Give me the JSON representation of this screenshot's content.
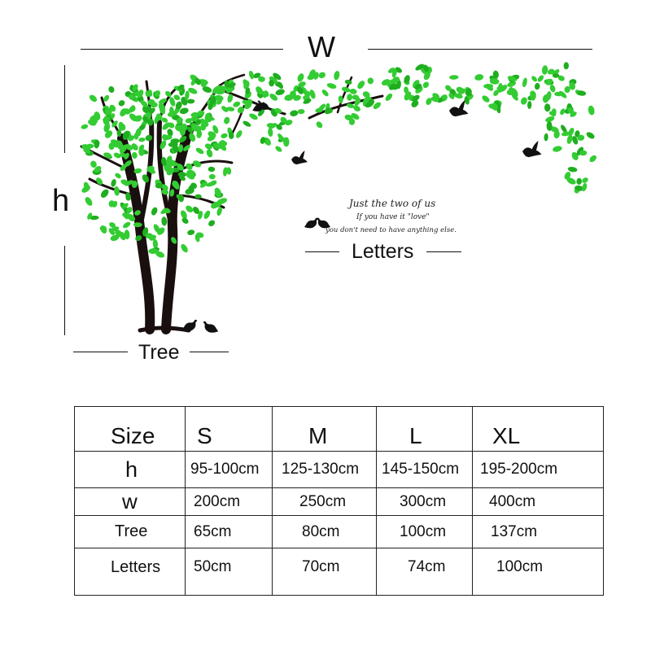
{
  "dimensions": {
    "width_label": "W",
    "height_label": "h",
    "tree_label": "Tree",
    "letters_label": "Letters"
  },
  "quote": {
    "line1": "Just the two of us",
    "line2": "If you have it \"love\"",
    "line3": "you don't need to have anything else."
  },
  "colors": {
    "leaf": "#33cc33",
    "leaf_dark": "#1fae1f",
    "trunk": "#1a0f0f",
    "ink": "#111111"
  },
  "size_table": {
    "header": [
      "Size",
      "S",
      "M",
      "L",
      "XL"
    ],
    "rows": [
      {
        "label": "h",
        "values": [
          "95-100cm",
          "125-130cm",
          "145-150cm",
          "195-200cm"
        ]
      },
      {
        "label": "w",
        "values": [
          "200cm",
          "250cm",
          "300cm",
          "400cm"
        ]
      },
      {
        "label": "Tree",
        "values": [
          "65cm",
          "80cm",
          "100cm",
          "137cm"
        ]
      },
      {
        "label": "Letters",
        "values": [
          "50cm",
          "70cm",
          "74cm",
          "100cm"
        ]
      }
    ]
  }
}
